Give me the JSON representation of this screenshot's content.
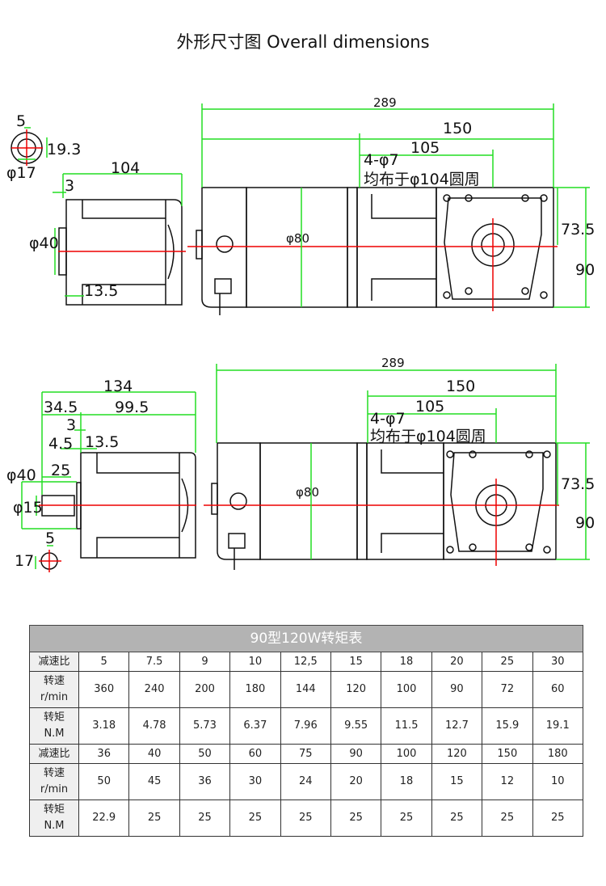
{
  "title": "外形尺寸图 Overall dimensions",
  "drawing_top": {
    "length_total": "289",
    "length_gear": "150",
    "length_flange": "105",
    "holes": "4-φ7",
    "holes_note": "均布于φ104圆周",
    "motor_dia": "φ80",
    "height_a": "73.5",
    "height_b": "90",
    "side_length": "104",
    "side_step": "3",
    "side_boss": "φ40",
    "side_rib": "13.5",
    "key_width": "5",
    "key_height": "19.3",
    "shaft_dia": "φ17"
  },
  "drawing_bottom": {
    "length_total": "289",
    "length_gear": "150",
    "length_flange": "105",
    "holes": "4-φ7",
    "holes_note": "均布于φ104圆周",
    "motor_dia": "φ80",
    "height_a": "73.5",
    "height_b": "90",
    "side_length": "134",
    "shaft_part": "34.5",
    "body_part": "99.5",
    "step_a": "3",
    "step_b": "4.5",
    "side_rib": "13.5",
    "boss_dia": "φ40",
    "shaft_len": "25",
    "shaft_dia": "φ15",
    "key_width": "5",
    "key_height": "17"
  },
  "table": {
    "title": "90型120W转矩表",
    "labels": {
      "ratio": "减速比",
      "speed": "转速",
      "speed_unit": "r/min",
      "torque": "转矩",
      "torque_unit": "N.M"
    },
    "groups": [
      {
        "ratio": [
          "5",
          "7.5",
          "9",
          "10",
          "12,5",
          "15",
          "18",
          "20",
          "25",
          "30"
        ],
        "speed": [
          "360",
          "240",
          "200",
          "180",
          "144",
          "120",
          "100",
          "90",
          "72",
          "60"
        ],
        "torque": [
          "3.18",
          "4.78",
          "5.73",
          "6.37",
          "7.96",
          "9.55",
          "11.5",
          "12.7",
          "15.9",
          "19.1"
        ]
      },
      {
        "ratio": [
          "36",
          "40",
          "50",
          "60",
          "75",
          "90",
          "100",
          "120",
          "150",
          "180"
        ],
        "speed": [
          "50",
          "45",
          "36",
          "30",
          "24",
          "20",
          "18",
          "15",
          "12",
          "10"
        ],
        "torque": [
          "22.9",
          "25",
          "25",
          "25",
          "25",
          "25",
          "25",
          "25",
          "25",
          "25"
        ]
      }
    ]
  }
}
